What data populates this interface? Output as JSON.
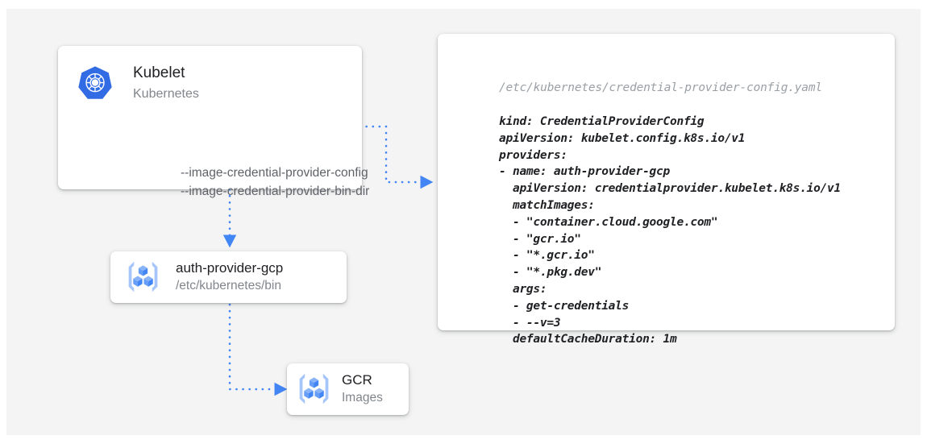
{
  "theme": {
    "canvas_bg": "#f4f4f4",
    "page_bg": "#ffffff",
    "accent_blue": "#4285f4",
    "k8s_blue": "#326ce5",
    "title_color": "#202124",
    "muted_color": "#80868b"
  },
  "nodes": {
    "kubelet": {
      "icon": "kubernetes-logo-icon",
      "title": "Kubelet",
      "subtitle": "Kubernetes",
      "flags": [
        "--image-credential-provider-config",
        "--image-credential-provider-bin-dir"
      ]
    },
    "auth_provider": {
      "icon": "container-registry-icon",
      "title": "auth-provider-gcp",
      "subtitle": "/etc/kubernetes/bin"
    },
    "gcr": {
      "icon": "container-registry-icon",
      "title": "GCR",
      "subtitle": "Images"
    }
  },
  "yaml_panel": {
    "file_path": "/etc/kubernetes/credential-provider-config.yaml",
    "content": "kind: CredentialProviderConfig\napiVersion: kubelet.config.k8s.io/v1\nproviders:\n- name: auth-provider-gcp\n  apiVersion: credentialprovider.kubelet.k8s.io/v1\n  matchImages:\n  - \"container.cloud.google.com\"\n  - \"gcr.io\"\n  - \"*.gcr.io\"\n  - \"*.pkg.dev\"\n  args:\n  - get-credentials\n  - --v=3\n  defaultCacheDuration: 1m"
  },
  "connectors": [
    {
      "name": "kubelet-config-to-yaml",
      "style": "dotted",
      "arrowhead": true
    },
    {
      "name": "kubelet-to-auth-provider",
      "style": "dotted",
      "arrowhead": true
    },
    {
      "name": "auth-provider-to-gcr",
      "style": "dotted",
      "arrowhead": true
    }
  ]
}
